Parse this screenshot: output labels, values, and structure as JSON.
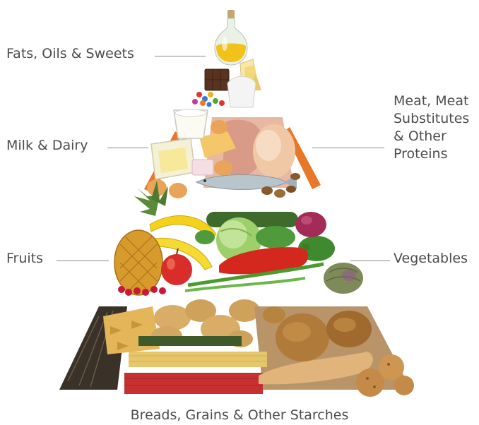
{
  "labels": {
    "fats": "Fats, Oils & Sweets",
    "milk": "Milk & Dairy",
    "meat_line1": "Meat, Meat",
    "meat_line2": "Substitutes",
    "meat_line3": "& Other",
    "meat_line4": "Proteins",
    "fruits": "Fruits",
    "vegetables": "Vegetables",
    "grains": "Breads, Grains & Other Starches"
  },
  "colors": {
    "label_text": "#4d4d4d",
    "leader_line": "#8a8a8a",
    "oil": "#f2c21a",
    "meat": "#e7b9a2",
    "carrot": "#e8772a",
    "banana": "#f4d21c",
    "pineapple": "#d79a2c",
    "lettuce": "#9dd06b",
    "pepper": "#d4271d",
    "onion": "#a22b57",
    "artichoke": "#7f8a5a",
    "bread": "#b07a3a",
    "pasta": "#e6c66a",
    "rice_noodle": "#c73030",
    "wild_rice": "#3a3128"
  },
  "tiers": [
    {
      "id": "fats",
      "icons": [
        "oil-bottle-icon",
        "chocolate-icon",
        "candy-icon",
        "cheese-icon"
      ]
    },
    {
      "id": "milk-and-meat",
      "icons": [
        "milk-glass-icon",
        "yogurt-icon",
        "egg-icon",
        "chicken-icon",
        "fish-icon",
        "carrot-icon"
      ]
    },
    {
      "id": "fruits-and-vegetables",
      "icons": [
        "pineapple-icon",
        "banana-icon",
        "apple-icon",
        "lettuce-icon",
        "pepper-icon",
        "onion-icon",
        "artichoke-icon"
      ]
    },
    {
      "id": "grains",
      "icons": [
        "wild-rice-icon",
        "potato-icon",
        "pasta-icon",
        "bread-icon",
        "cookie-icon",
        "noodle-icon"
      ]
    }
  ]
}
